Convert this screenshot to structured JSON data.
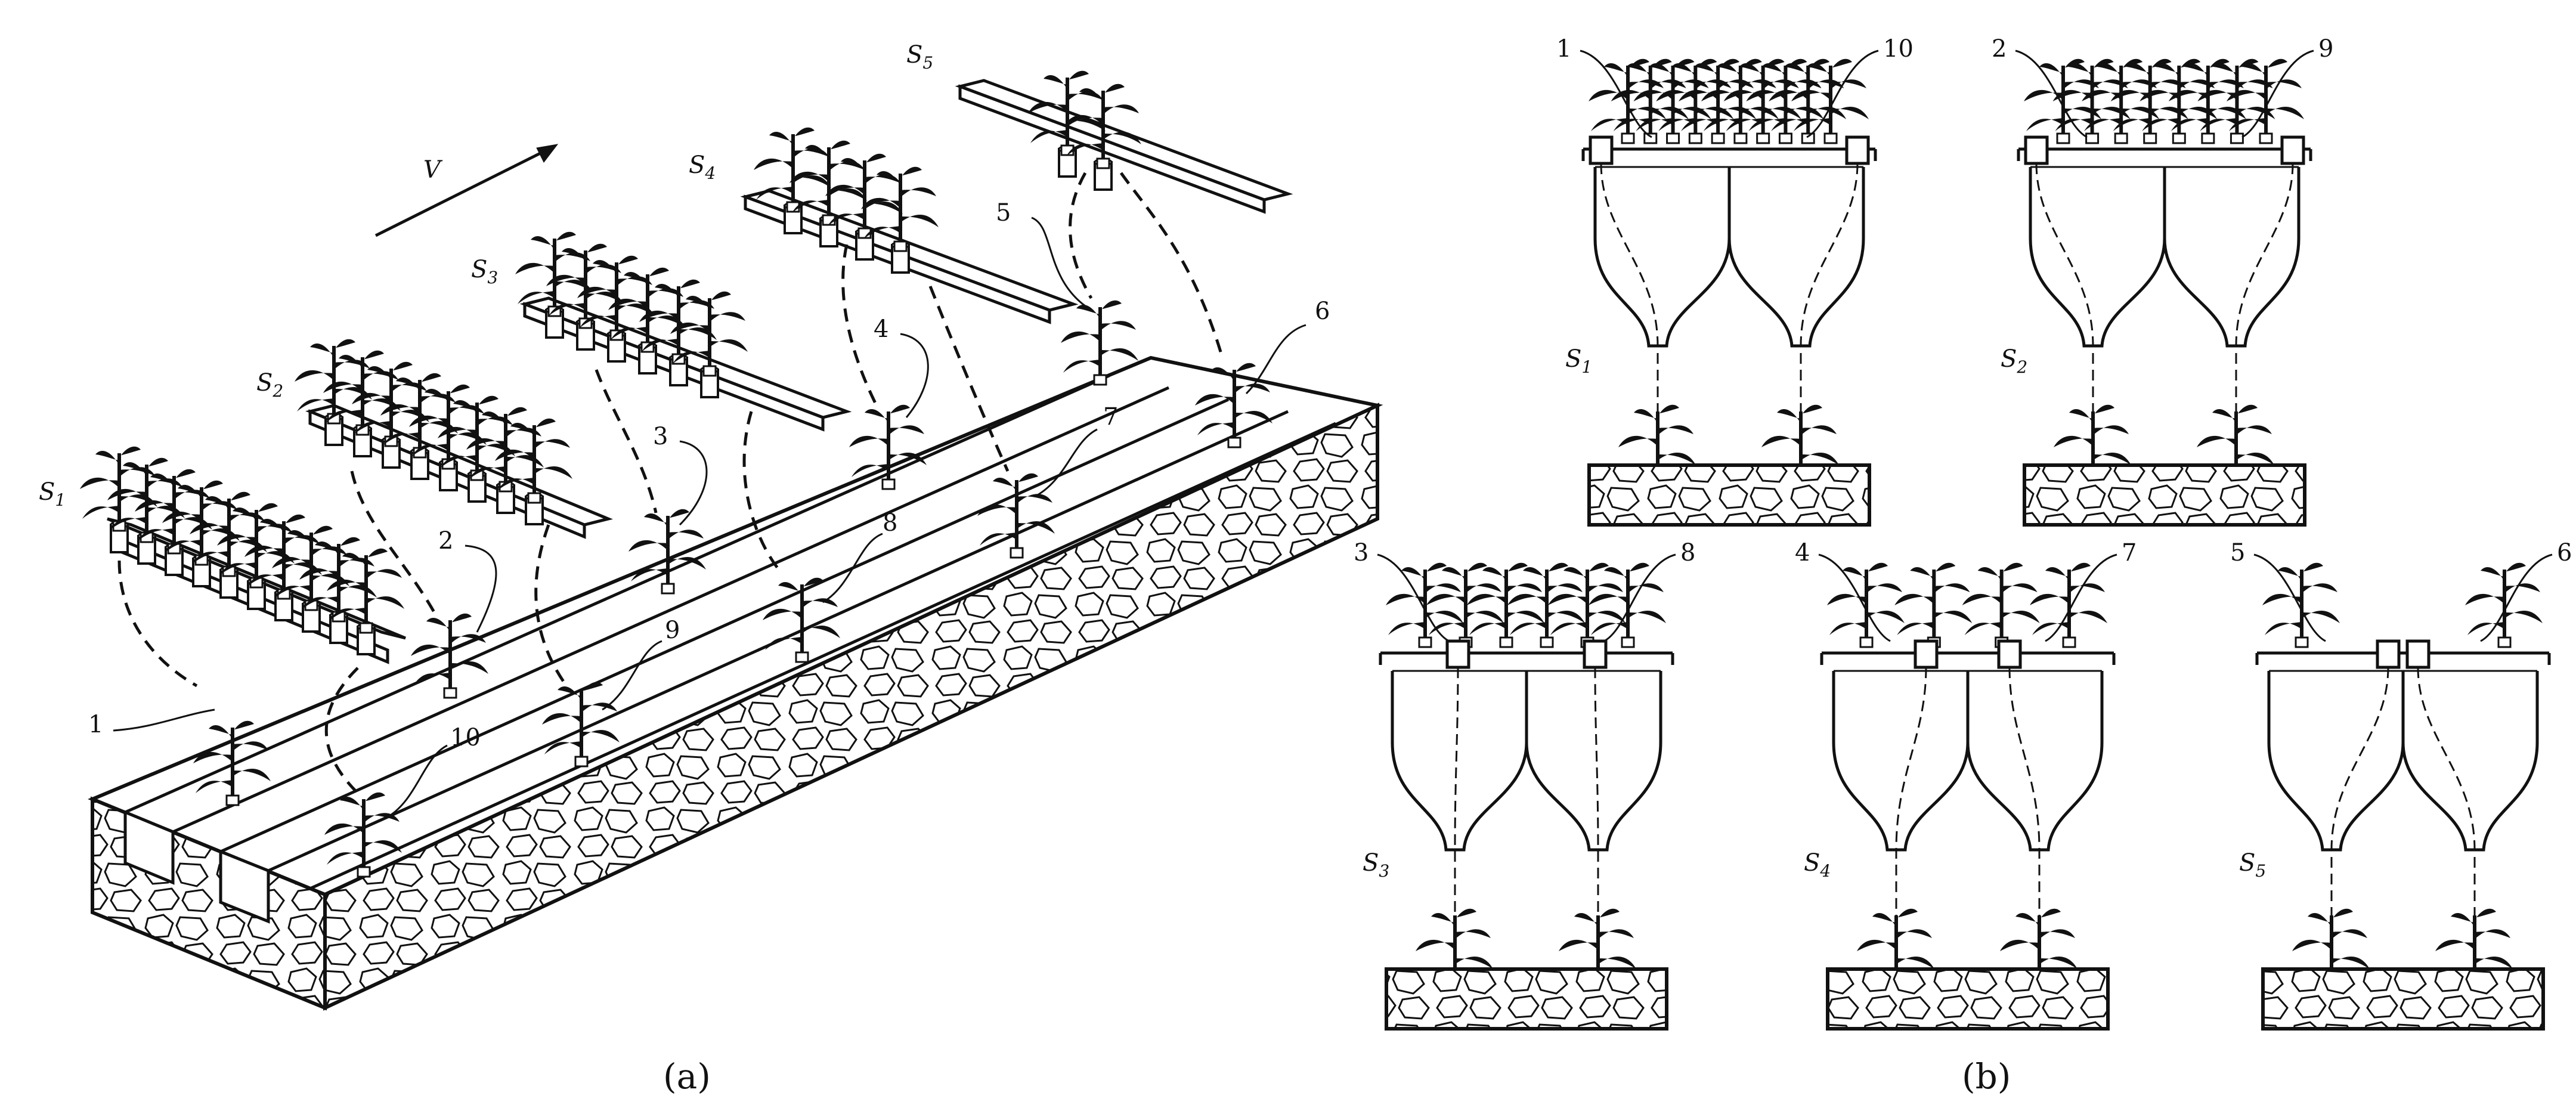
{
  "panel_a": {
    "caption": "(a)",
    "velocity_label": "V",
    "stages": [
      {
        "letter": "S",
        "sub": "1"
      },
      {
        "letter": "S",
        "sub": "2"
      },
      {
        "letter": "S",
        "sub": "3"
      },
      {
        "letter": "S",
        "sub": "4"
      },
      {
        "letter": "S",
        "sub": "5"
      }
    ],
    "numbers": [
      "1",
      "2",
      "3",
      "4",
      "5",
      "6",
      "7",
      "8",
      "9",
      "10"
    ]
  },
  "panel_b": {
    "caption": "(b)",
    "units": [
      {
        "stage": {
          "letter": "S",
          "sub": "1"
        },
        "left": "1",
        "right": "10"
      },
      {
        "stage": {
          "letter": "S",
          "sub": "2"
        },
        "left": "2",
        "right": "9"
      },
      {
        "stage": {
          "letter": "S",
          "sub": "3"
        },
        "left": "3",
        "right": "8"
      },
      {
        "stage": {
          "letter": "S",
          "sub": "4"
        },
        "left": "4",
        "right": "7"
      },
      {
        "stage": {
          "letter": "S",
          "sub": "5"
        },
        "left": "5",
        "right": "6"
      }
    ]
  }
}
